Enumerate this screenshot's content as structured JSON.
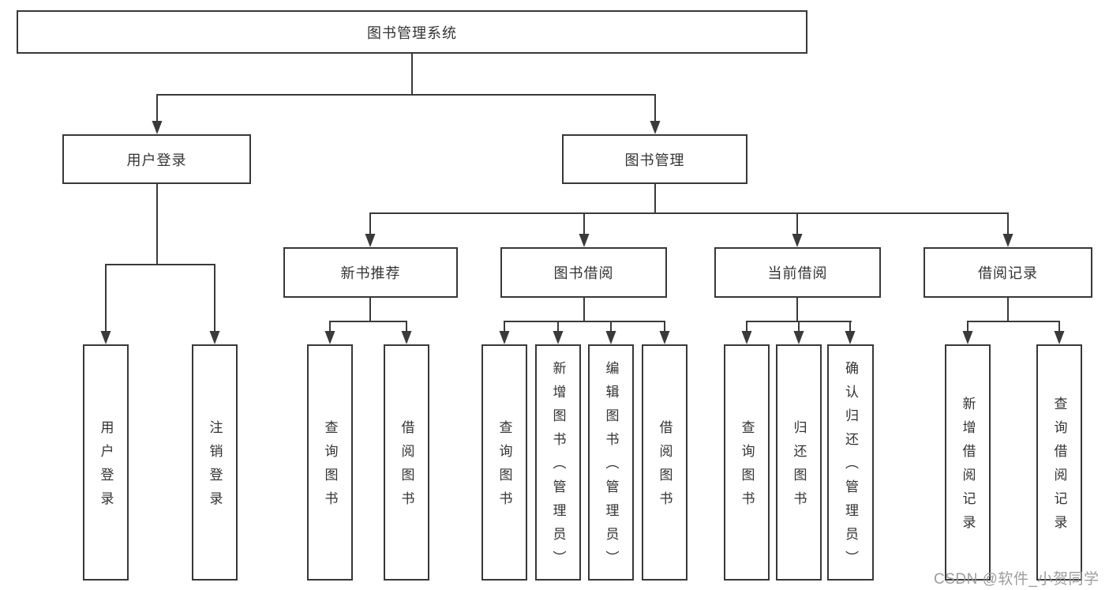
{
  "page": {
    "watermark": "CSDN @软件_小贺同学"
  },
  "colors": {
    "line": "#3a3a3a",
    "border": "#383838",
    "text": "#333333",
    "box_fill": "#ffffff",
    "watermark": "#989898"
  },
  "nodes": {
    "root": {
      "label": "图书管理系统"
    },
    "branches": [
      {
        "label": "用户登录",
        "children": [
          {
            "label": "用户登录"
          },
          {
            "label": "注销登录"
          }
        ]
      },
      {
        "label": "图书管理",
        "children": [
          {
            "label": "新书推荐",
            "children": [
              {
                "label": "查询图书"
              },
              {
                "label": "借阅图书"
              }
            ]
          },
          {
            "label": "图书借阅",
            "children": [
              {
                "label": "查询图书"
              },
              {
                "label": "新增图书（管理员）"
              },
              {
                "label": "编辑图书（管理员）"
              },
              {
                "label": "借阅图书"
              }
            ]
          },
          {
            "label": "当前借阅",
            "children": [
              {
                "label": "查询图书"
              },
              {
                "label": "归还图书"
              },
              {
                "label": "确认归还（管理员）"
              }
            ]
          },
          {
            "label": "借阅记录",
            "children": [
              {
                "label": "新增借阅记录"
              },
              {
                "label": "查询借阅记录"
              }
            ]
          }
        ]
      }
    ]
  }
}
